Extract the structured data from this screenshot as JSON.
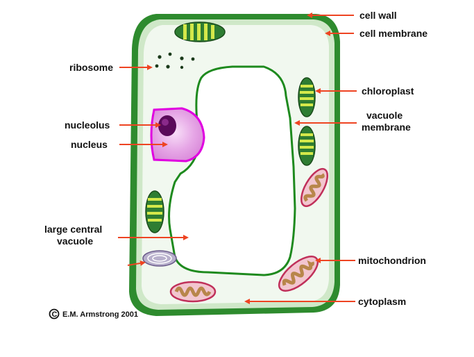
{
  "labels": {
    "cell_wall": "cell wall",
    "cell_membrane": "cell membrane",
    "ribosome": "ribosome",
    "chloroplast": "chloroplast",
    "vacuole_membrane_line1": "vacuole",
    "vacuole_membrane_line2": "membrane",
    "nucleolus": "nucleolus",
    "nucleus": "nucleus",
    "large_central_vacuole_line1": "large central",
    "large_central_vacuole_line2": "vacuole",
    "mitochondrion": "mitochondrion",
    "cytoplasm": "cytoplasm"
  },
  "credit": {
    "symbol": "C",
    "text": "E.M. Armstrong 2001"
  },
  "colors": {
    "cell_wall": "#2e8b2e",
    "cell_membrane_fill": "#cfe8c8",
    "cytoplasm": "#eef6ec",
    "vacuole_outline": "#1e8a1e",
    "nucleus_outline": "#e000e0",
    "nucleus_fill": "#e9b7e9",
    "nucleolus": "#5a0a5a",
    "chloroplast_fill": "#2e7d32",
    "chloroplast_stripes": "#d4e84a",
    "mitochondrion_outline": "#c0305a",
    "mitochondrion_fill": "#b8864a",
    "arrow": "#ee4422"
  }
}
